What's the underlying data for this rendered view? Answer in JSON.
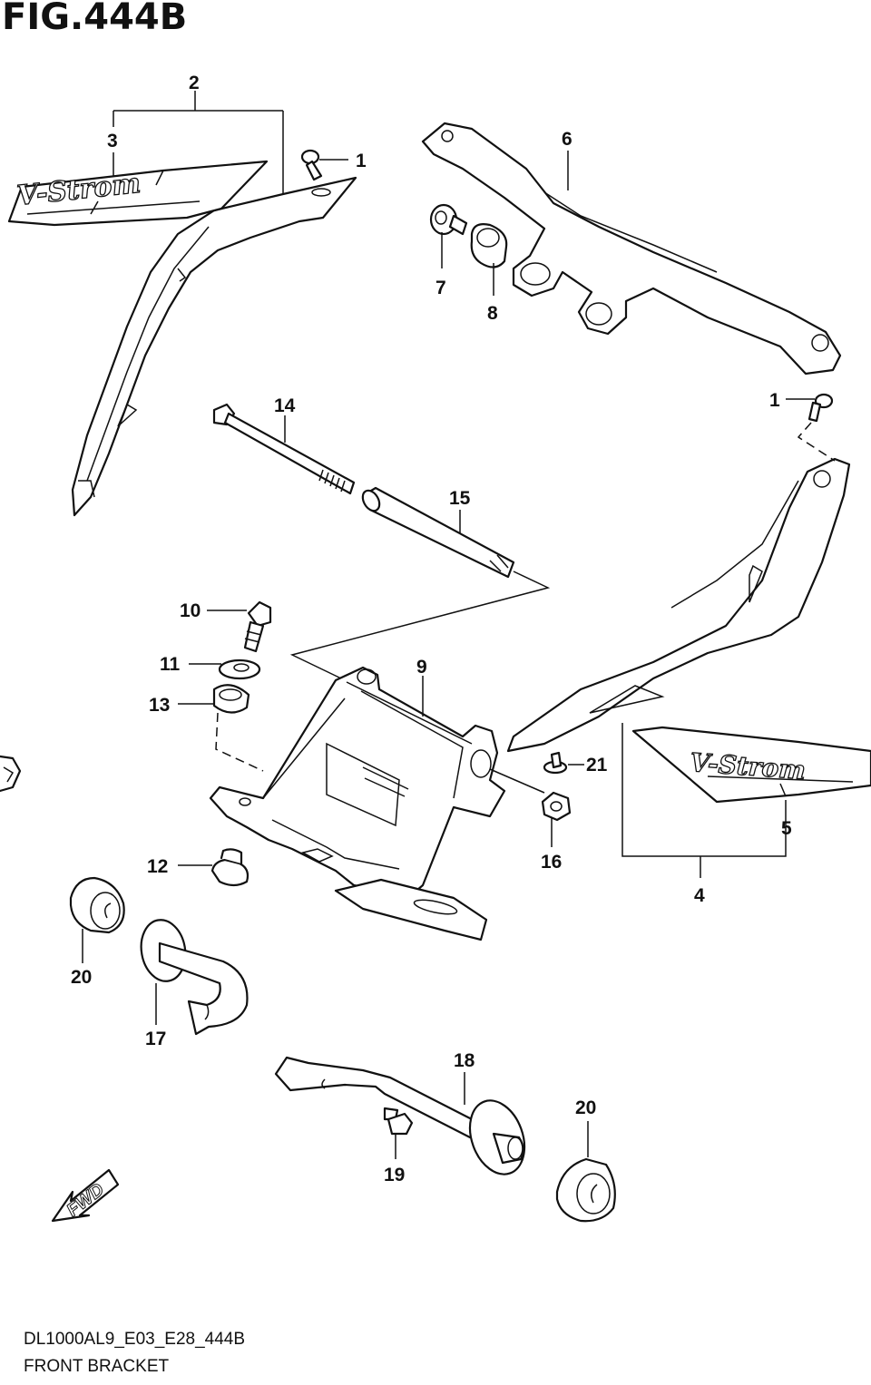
{
  "figure_title": "FIG.444B",
  "footer": {
    "model_code": "DL1000AL9_E03_E28_444B",
    "section_name": "FRONT BRACKET"
  },
  "fwd_label": "FWD",
  "logo_text": "V-Strom",
  "callouts": {
    "c1a": "1",
    "c1b": "1",
    "c2": "2",
    "c3": "3",
    "c4": "4",
    "c5": "5",
    "c6": "6",
    "c7": "7",
    "c8": "8",
    "c9": "9",
    "c10": "10",
    "c11": "11",
    "c12": "12",
    "c13": "13",
    "c14": "14",
    "c15": "15",
    "c16": "16",
    "c17": "17",
    "c18": "18",
    "c19": "19",
    "c20a": "20",
    "c20b": "20",
    "c21": "21"
  }
}
